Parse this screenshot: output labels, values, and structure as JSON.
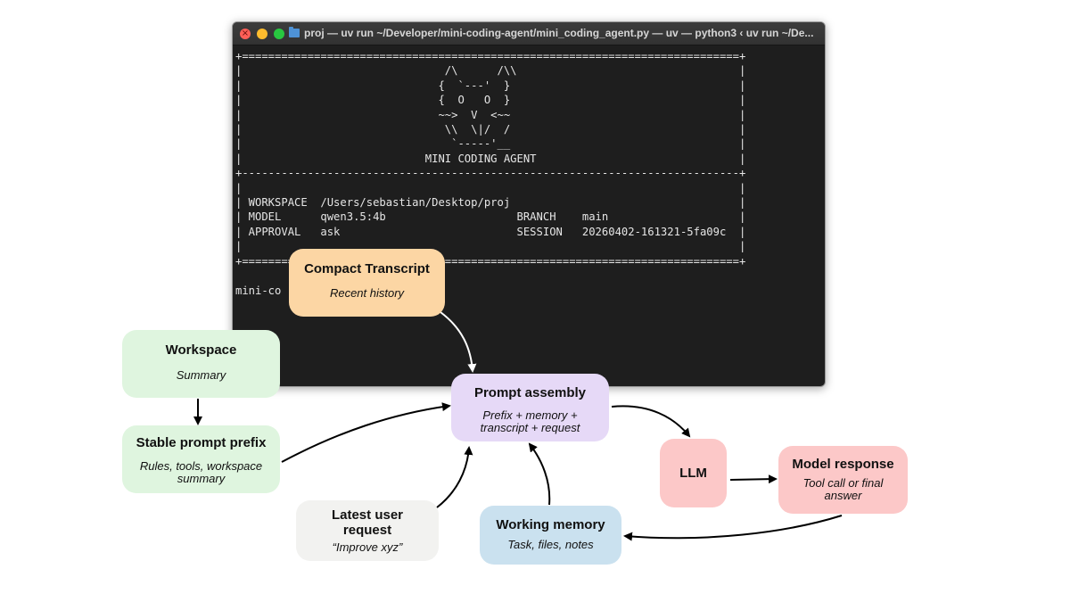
{
  "terminal": {
    "window_title": "proj — uv run ~/Developer/mini-coding-agent/mini_coding_agent.py — uv — python3 ‹ uv run ~/De...",
    "screen_text": "+============================================================================+\n|                               /\\      /\\\\                                  |\n|                              {  `---'  }                                   |\n|                              {  O   O  }                                   |\n|                              ~~>  V  <~~                                   |\n|                               \\\\  \\|/  /                                   |\n|                                `-----'__                                   |\n|                            MINI CODING AGENT                               |\n+----------------------------------------------------------------------------+\n|                                                                            |\n| WORKSPACE  /Users/sebastian/Desktop/proj                                   |\n| MODEL      qwen3.5:4b                    BRANCH    main                    |\n| APPROVAL   ask                           SESSION   20260402-161321-5fa09c  |\n|                                                                            |\n+============================================================================+\n\nmini-co",
    "colors": {
      "background": "#1e1e1e",
      "text": "#e6e6e6"
    }
  },
  "nodes": {
    "compact_transcript": {
      "title": "Compact Transcript",
      "subtitle": "Recent history"
    },
    "workspace": {
      "title": "Workspace",
      "subtitle": "Summary"
    },
    "stable_prefix": {
      "title": "Stable prompt prefix",
      "subtitle_lines": [
        "Rules, tools, workspace",
        "summary"
      ]
    },
    "prompt_assembly": {
      "title": "Prompt assembly",
      "subtitle_lines": [
        "Prefix + memory +",
        "transcript + request"
      ]
    },
    "llm": {
      "title": "LLM"
    },
    "model_response": {
      "title": "Model response",
      "subtitle_lines": [
        "Tool call or final",
        "answer"
      ]
    },
    "latest_request": {
      "title_lines": [
        "Latest user",
        "request"
      ],
      "subtitle": "“Improve xyz”"
    },
    "working_memory": {
      "title": "Working memory",
      "subtitle": "Task, files, notes"
    }
  },
  "colors": {
    "green": "#dff5df",
    "orange": "#fcd6a4",
    "purple": "#e6d9f7",
    "pink": "#fcc8c8",
    "blue": "#cae1ef",
    "gray": "#f2f2f0"
  }
}
